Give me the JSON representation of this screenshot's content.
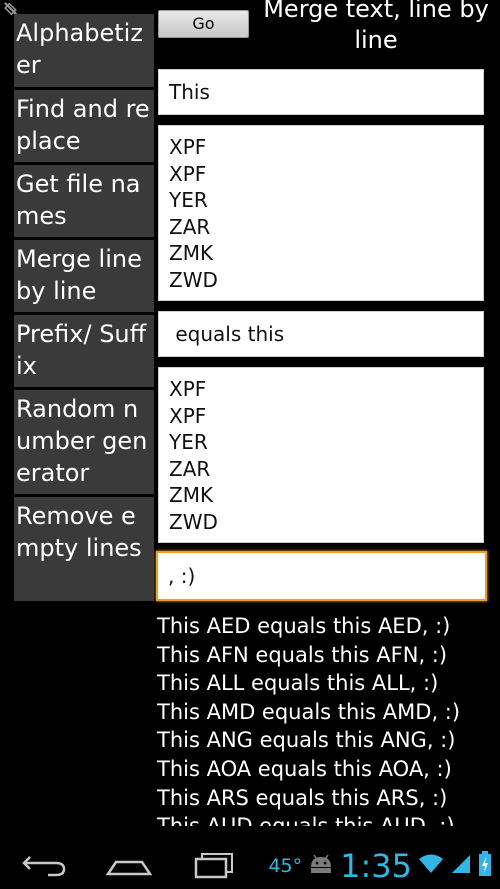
{
  "menu": {
    "items": [
      {
        "label": "Alphabetizer"
      },
      {
        "label": "Find and replace"
      },
      {
        "label": "Get file names"
      },
      {
        "label": "Merge line by line"
      },
      {
        "label": "Prefix/ Suffix"
      },
      {
        "label": "Random number generator"
      },
      {
        "label": "Remove empty lines"
      }
    ]
  },
  "toolbar": {
    "go_label": "Go",
    "heading": "Merge text, line by line"
  },
  "form": {
    "prefix_value": "This",
    "list1_lines": [
      "XPF",
      "XPF",
      "YER",
      "ZAR",
      "ZMK",
      "ZWD"
    ],
    "middle_value": " equals this",
    "list2_lines": [
      "XPF",
      "XPF",
      "YER",
      "ZAR",
      "ZMK",
      "ZWD"
    ],
    "suffix_value": ", :)"
  },
  "results": [
    "This AED equals this AED, :)",
    "This AFN equals this AFN, :)",
    "This ALL equals this ALL, :)",
    "This AMD equals this AMD, :)",
    "This ANG equals this ANG, :)",
    "This AOA equals this AOA, :)",
    "This ARS equals this ARS, :)",
    "This AUD equals this AUD, :)"
  ],
  "status": {
    "temperature": "45°",
    "time": "1:35",
    "accent_color": "#33b5e5",
    "focus_color": "#f39b1f"
  },
  "icons": {
    "corner": "debug-bug-icon",
    "android": "android-robot-icon",
    "wifi": "wifi-icon",
    "signal": "signal-icon",
    "battery": "battery-charging-icon",
    "back": "back-icon",
    "home": "home-icon",
    "recents": "recent-apps-icon"
  }
}
